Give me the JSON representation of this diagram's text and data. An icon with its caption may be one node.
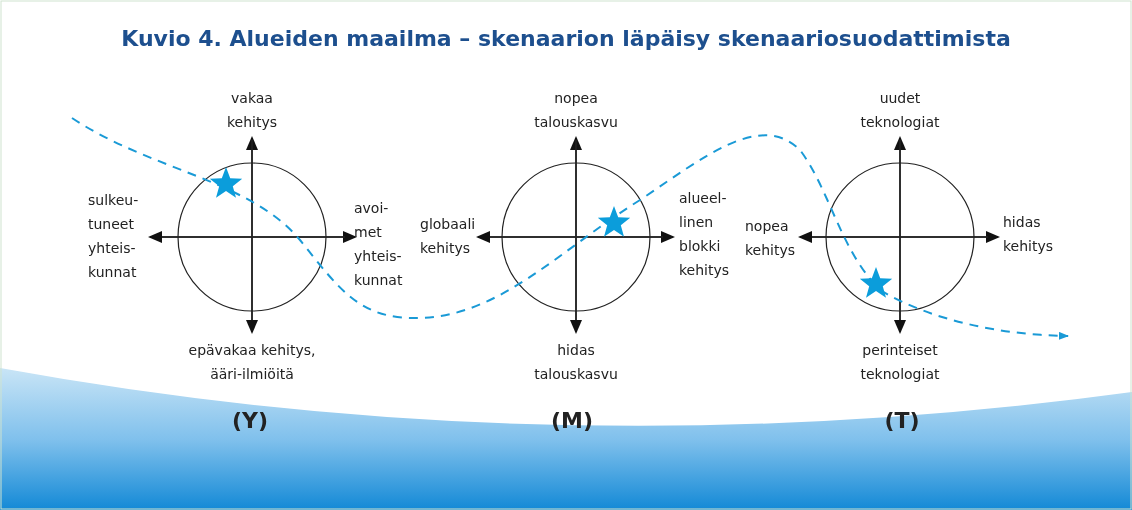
{
  "diagram": {
    "title": "Kuvio 4. Alueiden maailma – skenaarion läpäisy skenaariosuodattimista",
    "labels": [
      "vakaa kehitys",
      "nopea talouskasvu",
      "uudet teknologiat",
      "sulkeu- tuneet yhteis- kunnat",
      "avoi- met yhteis- kunnat",
      "globaali kehitys",
      "alueel- linen blokki kehitys",
      "nopea kehitys",
      "hidas kehitys",
      "epävakaa kehitys, ääri-ilmiöitä",
      "hidas talouskasvu",
      "perinteiset teknologiat",
      "(Y)",
      "(M)",
      "(T)"
    ]
  }
}
